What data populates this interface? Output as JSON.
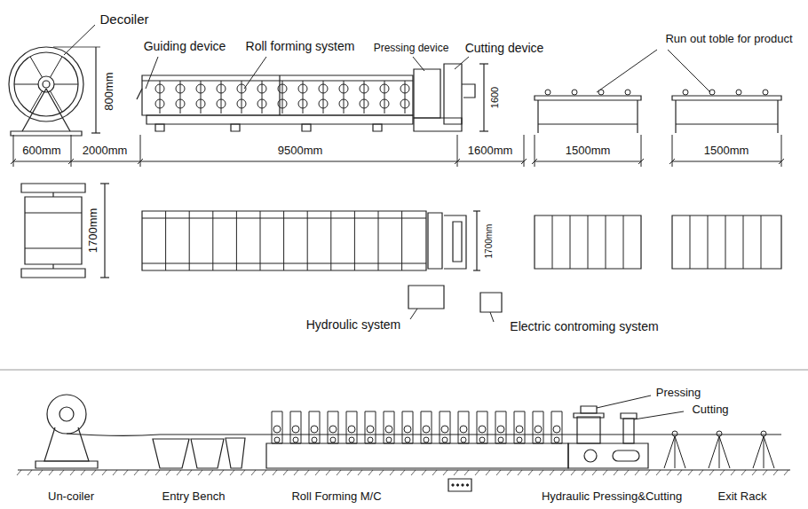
{
  "diagram": {
    "labels": [
      "Decoiler",
      "Guiding device",
      "Roll forming system",
      "Pressing device",
      "Cutting device",
      "Run out toble for product",
      "800mm",
      "1600",
      "600mm",
      "2000mm",
      "9500mm",
      "1600mm",
      "1500mm",
      "1500mm",
      "1700mm",
      "1700mm",
      "Hydroulic system",
      "Electric controming system",
      "Pressing",
      "Cutting",
      "Un-coiler",
      "Entry Bench",
      "Roll Forming M/C",
      "Hydraulic Pressing&Cutting",
      "Exit Rack"
    ]
  }
}
